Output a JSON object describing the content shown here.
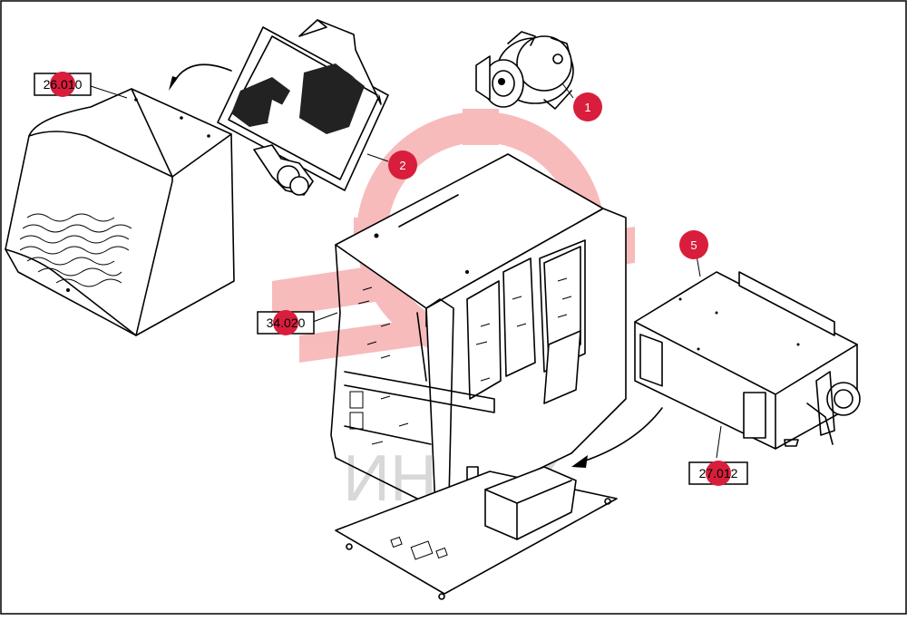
{
  "watermark": {
    "text": "ИНТЕХ",
    "color": "#f3b5b5"
  },
  "accent": {
    "badge_color": "#d81e3c"
  },
  "callouts": {
    "c1": {
      "number": "1"
    },
    "c2": {
      "number": "2"
    },
    "c5": {
      "number": "5"
    }
  },
  "refs": {
    "r1": {
      "label": "26.010"
    },
    "r2": {
      "label": "34.020"
    },
    "r3": {
      "label": "27.012"
    }
  }
}
